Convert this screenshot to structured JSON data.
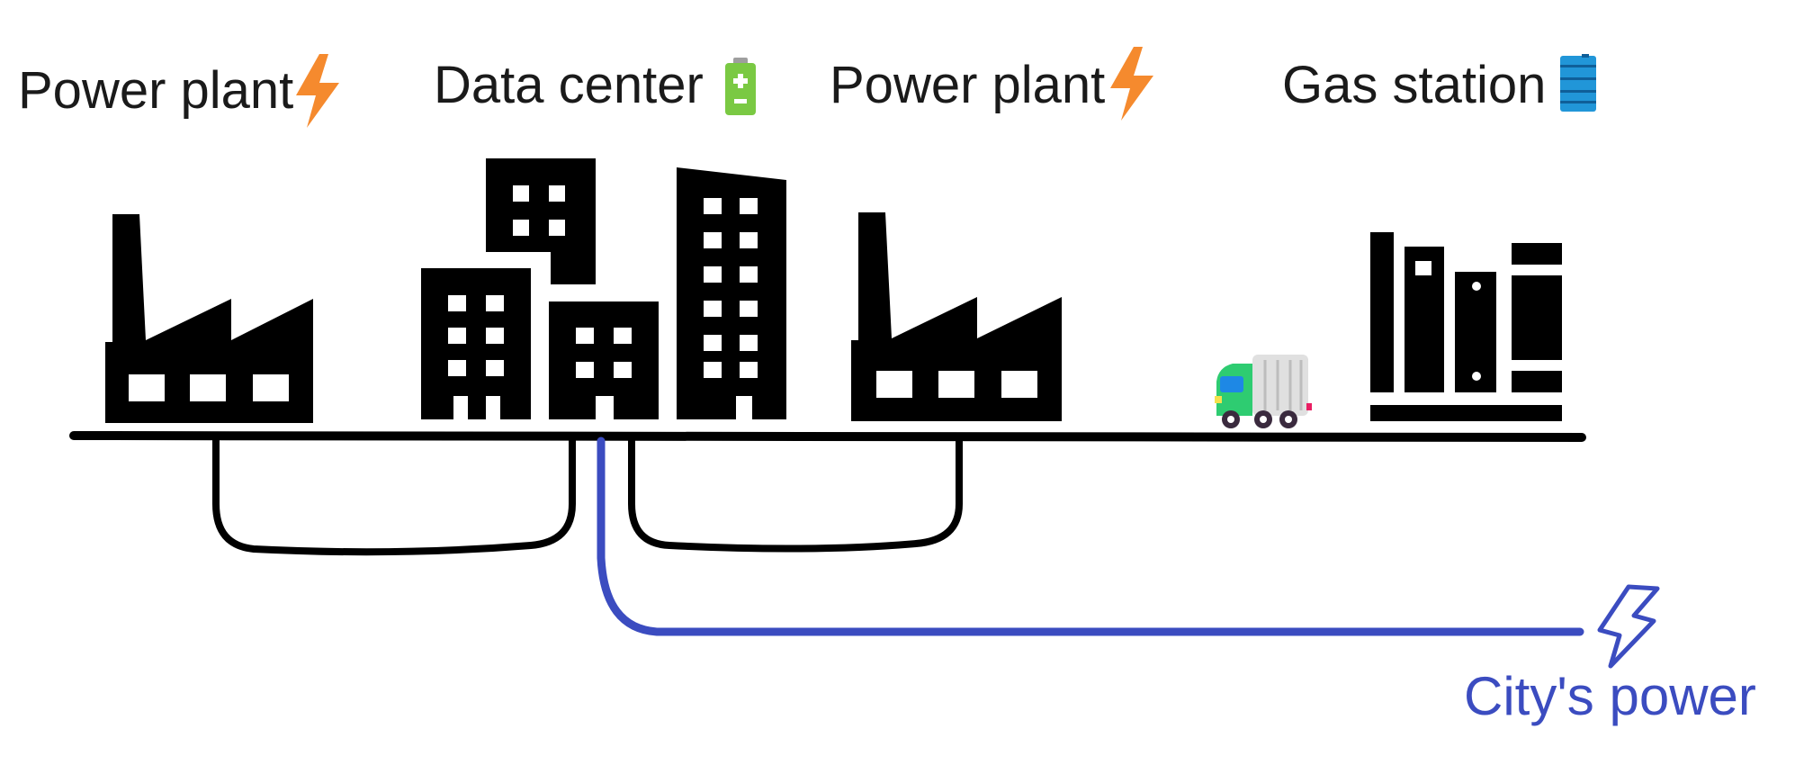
{
  "labels": {
    "power_plant_1": "Power plant",
    "data_center": "Data center",
    "power_plant_2": "Power plant",
    "gas_station": "Gas station",
    "city_power": "City's power"
  },
  "icons": {
    "power_plant_1": "lightning-bolt-icon",
    "data_center": "battery-icon",
    "power_plant_2": "lightning-bolt-icon",
    "gas_station": "fuel-barrel-icon",
    "city_power": "lightning-outline-icon",
    "truck": "fuel-truck-icon"
  },
  "colors": {
    "building": "#000000",
    "bolt": "#f58a2e",
    "battery": "#7ac943",
    "barrel": "#2196d8",
    "city_line": "#3b4cc0",
    "truck_cab": "#2ecc71"
  }
}
